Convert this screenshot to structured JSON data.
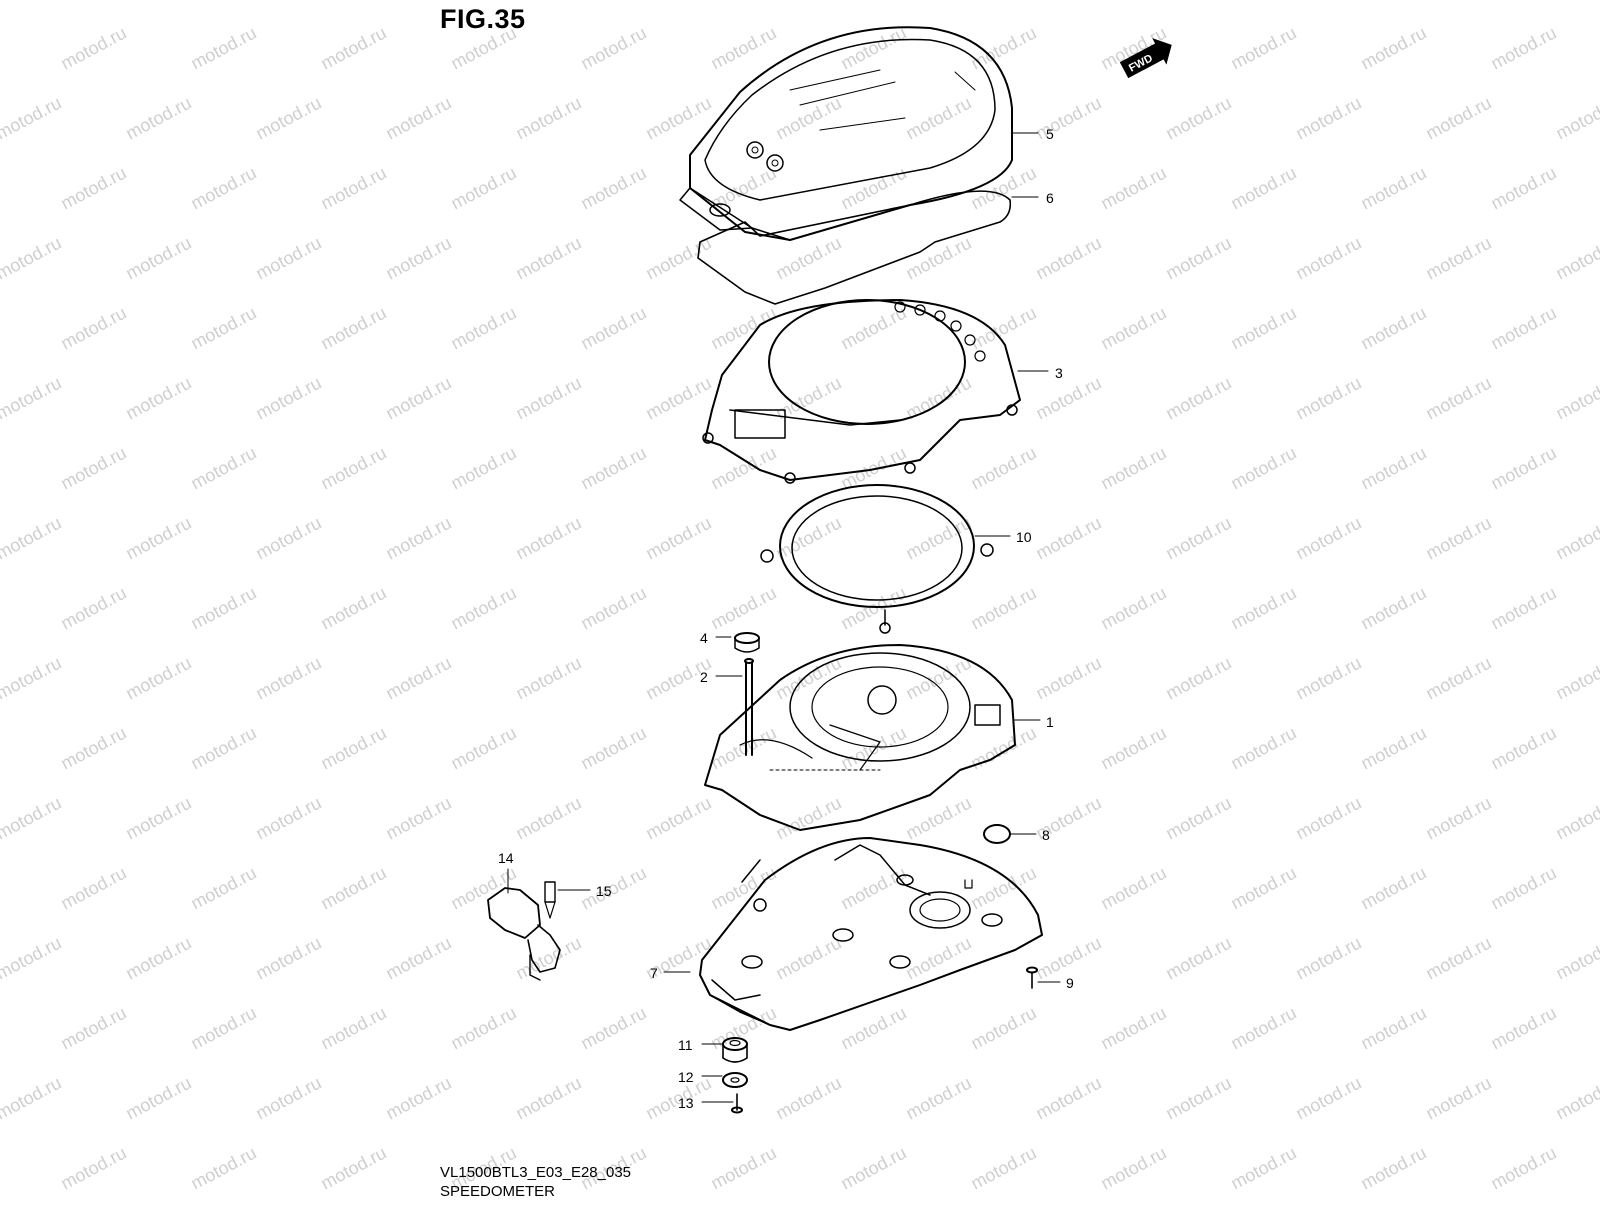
{
  "figure": {
    "title": "FIG.35"
  },
  "direction_badge": {
    "label": "FWD"
  },
  "watermark": {
    "text": "motod.ru"
  },
  "parts": [
    {
      "ref": "1"
    },
    {
      "ref": "2"
    },
    {
      "ref": "3"
    },
    {
      "ref": "4"
    },
    {
      "ref": "5"
    },
    {
      "ref": "6"
    },
    {
      "ref": "7"
    },
    {
      "ref": "8"
    },
    {
      "ref": "9"
    },
    {
      "ref": "10"
    },
    {
      "ref": "11"
    },
    {
      "ref": "12"
    },
    {
      "ref": "13"
    },
    {
      "ref": "14"
    },
    {
      "ref": "15"
    }
  ],
  "footer": {
    "diagram_code": "VL1500BTL3_E03_E28_035",
    "diagram_name": "SPEEDOMETER"
  },
  "colors": {
    "line": "#000000",
    "watermark": "#cfcfcf",
    "background": "#ffffff"
  }
}
